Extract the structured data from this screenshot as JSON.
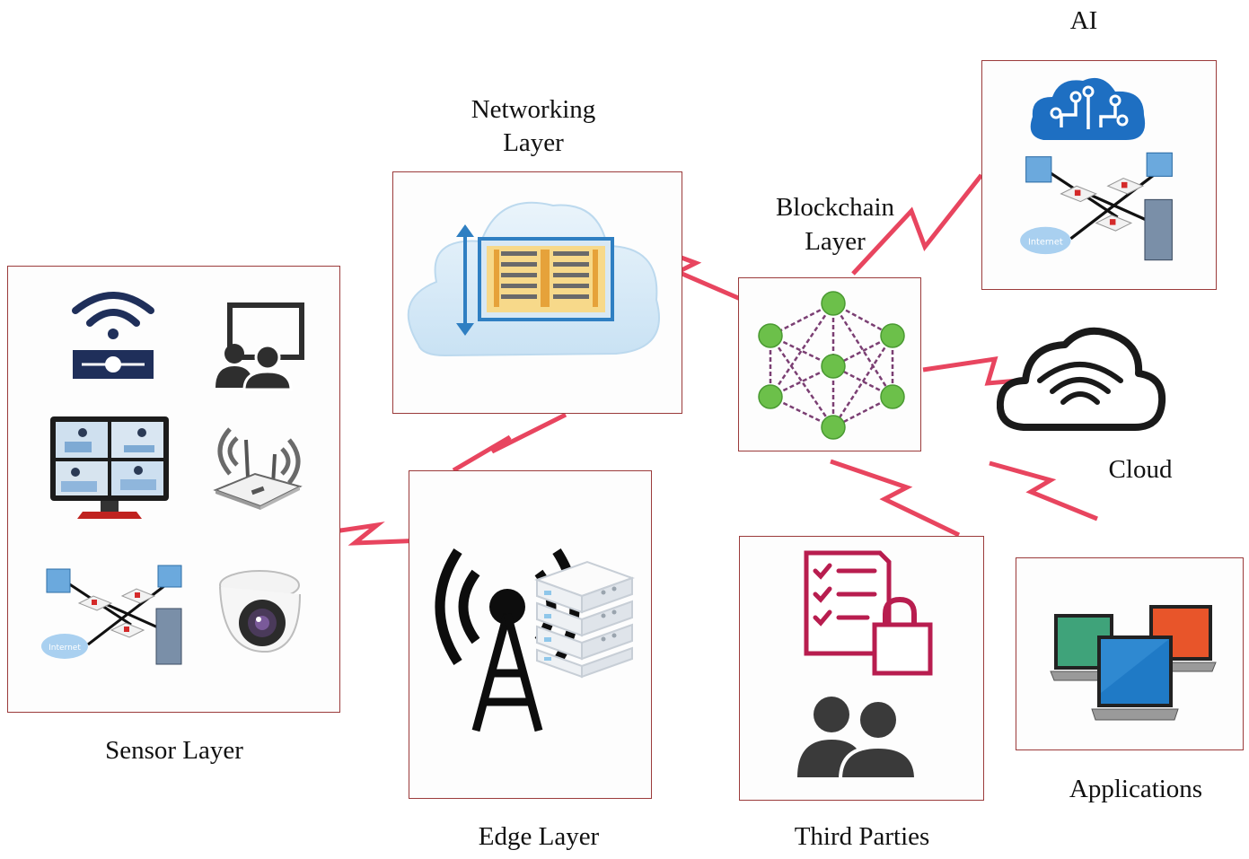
{
  "labels": {
    "ai": "AI",
    "networking_line1": "Networking",
    "networking_line2": "Layer",
    "blockchain_line1": "Blockchain",
    "blockchain_line2": "Layer",
    "cloud": "Cloud",
    "sensor": "Sensor Layer",
    "edge": "Edge Layer",
    "third_parties": "Third Parties",
    "applications": "Applications"
  },
  "icon_text": {
    "internet": "Internet"
  },
  "colors": {
    "panel_border": "#9b3b3b",
    "link": "#e8455f",
    "node_green": "#6cc04a",
    "edge_purple": "#7b3f73",
    "ai_blue": "#1e6fc2",
    "third_party_red": "#b81d4f",
    "icon_dark": "#2e2e2e",
    "navy": "#1f2f5a"
  },
  "icons": [
    "wifi-router-icon",
    "presentation-icon",
    "surveillance-monitor-icon",
    "wireless-router-icon",
    "network-topology-icon",
    "dome-camera-icon",
    "cloud-server-icon",
    "radio-tower-icon",
    "server-rack-icon",
    "blockchain-graph-icon",
    "ai-cloud-icon",
    "wifi-cloud-icon",
    "checklist-lock-icon",
    "users-icon",
    "monitors-icon"
  ]
}
